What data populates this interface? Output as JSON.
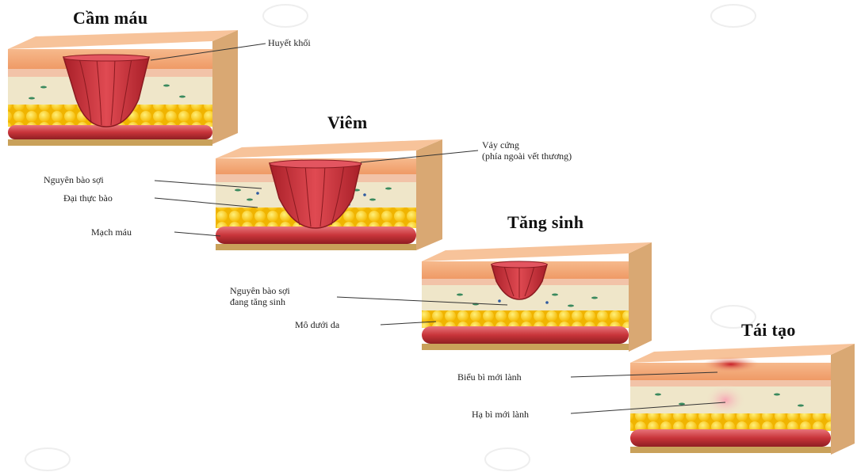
{
  "colors": {
    "skin_top": "#f3a878",
    "epidermis": "#f2c3a8",
    "dermis": "#efe6c9",
    "fat": "#ffd21a",
    "clot": "#c82c35",
    "vessel": "#c9363b",
    "base": "#c9a15a"
  },
  "stages": [
    {
      "title": "Cầm máu",
      "labels": [
        "Huyết khối"
      ]
    },
    {
      "title": "Viêm",
      "labels": [
        "Vảy cứng",
        "(phía ngoài vết thương)",
        "Nguyên bào sợi",
        "Đại thực bào",
        "Mạch máu"
      ]
    },
    {
      "title": "Tăng sinh",
      "labels": [
        "Nguyên bào sợi",
        "đang tăng sinh",
        "Mô dưới da"
      ]
    },
    {
      "title": "Tái tạo",
      "labels": [
        "Biểu bì mới lành",
        "Hạ bì mới lành"
      ]
    }
  ]
}
